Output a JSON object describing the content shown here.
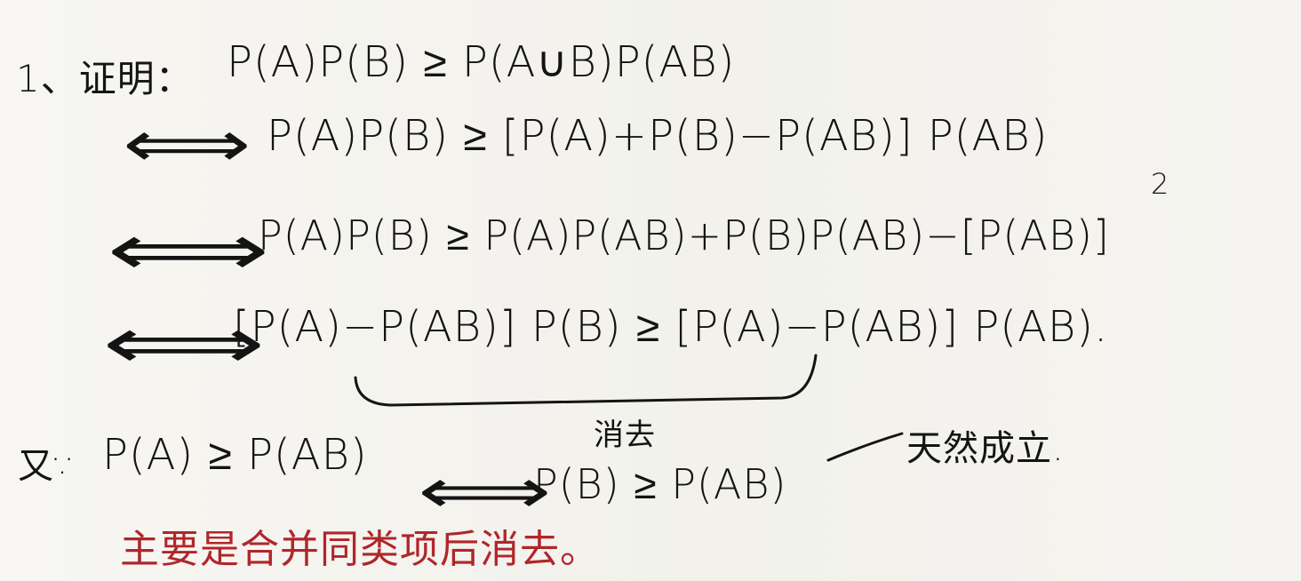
{
  "lines": {
    "l1_label": "1、证明：",
    "l1_expr": "P(A)P(B) ≥ P(A∪B)P(AB)",
    "l2_expr": "P(A)P(B) ≥ [P(A)+P(B)−P(AB)] P(AB)",
    "l3_expr_main": "P(A)P(B) ≥ P(A)P(AB)+P(B)P(AB)−[P(AB)]",
    "l3_sup": "2",
    "l4_expr": "[P(A)−P(AB)] P(B) ≥ [P(A)−P(AB)] P(AB).",
    "brace_note": "消去",
    "l5_label": "又∵",
    "l5_expr": "P(A) ≥ P(AB)",
    "l6_expr": "P(B) ≥ P(AB)",
    "l6_result": "天然成立.",
    "red_note": "主要是合并同类项后消去。"
  },
  "symbols": {
    "iff": "⟺",
    "implies": "→"
  },
  "colors": {
    "ink": "#141414",
    "red": "#b0262a",
    "paper": "#f4f3ef"
  }
}
